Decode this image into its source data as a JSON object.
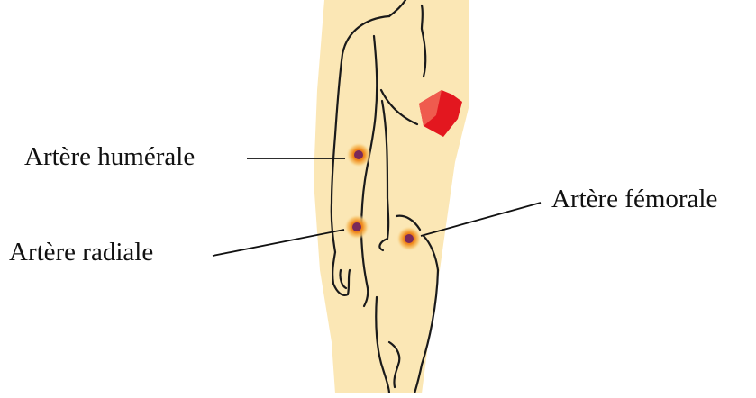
{
  "labels": {
    "humerale": "Artère humérale",
    "radiale": "Artère radiale",
    "femorale": "Artère fémorale"
  },
  "colors": {
    "skin": "#fbe7b5",
    "outline": "#1a1a1a",
    "heart_dark": "#e3171f",
    "heart_light": "#ef5b4e",
    "pulse_glow": "#f08a1c",
    "pulse_core": "#7a2a5a"
  },
  "icons": {
    "body": "human-body-side-icon",
    "heart": "heart-icon",
    "pulse": "pulse-point-icon"
  }
}
